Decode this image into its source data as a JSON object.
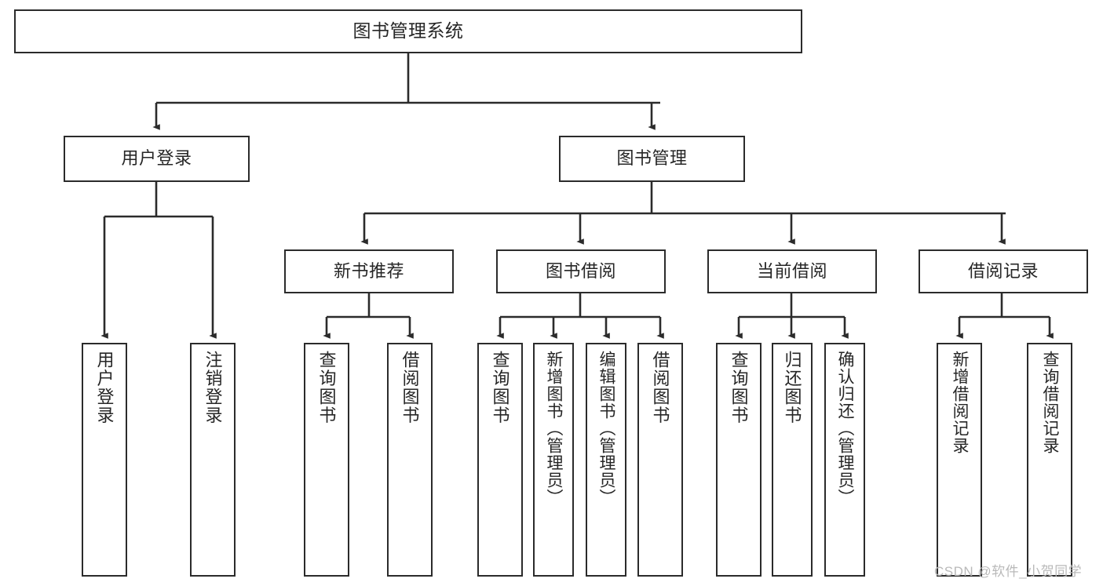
{
  "diagram": {
    "title": "图书管理系统",
    "type": "functional-structure-tree",
    "background_color": "#ffffff",
    "stroke_color": "#2b2b2b",
    "text_color": "#262626"
  },
  "nodes": {
    "root": {
      "label": "图书管理系统"
    },
    "level1": [
      {
        "id": "user-login",
        "label": "用户登录"
      },
      {
        "id": "book-management",
        "label": "图书管理"
      }
    ],
    "level2": [
      {
        "id": "new-book-recommend",
        "label": "新书推荐"
      },
      {
        "id": "book-borrow",
        "label": "图书借阅"
      },
      {
        "id": "current-borrow",
        "label": "当前借阅"
      },
      {
        "id": "borrow-record",
        "label": "借阅记录"
      }
    ],
    "leaves": [
      {
        "id": "leaf-user-login",
        "label": "用户登录",
        "parent": "user-login"
      },
      {
        "id": "leaf-logout",
        "label": "注销登录",
        "parent": "user-login"
      },
      {
        "id": "leaf-query-book-1",
        "label": "查询图书",
        "parent": "new-book-recommend"
      },
      {
        "id": "leaf-borrow-book-1",
        "label": "借阅图书",
        "parent": "new-book-recommend"
      },
      {
        "id": "leaf-query-book-2",
        "label": "查询图书",
        "parent": "book-borrow"
      },
      {
        "id": "leaf-add-book",
        "label": "新增图书（管理员）",
        "parent": "book-borrow"
      },
      {
        "id": "leaf-edit-book",
        "label": "编辑图书（管理员）",
        "parent": "book-borrow"
      },
      {
        "id": "leaf-borrow-book-2",
        "label": "借阅图书",
        "parent": "book-borrow"
      },
      {
        "id": "leaf-query-book-3",
        "label": "查询图书",
        "parent": "current-borrow"
      },
      {
        "id": "leaf-return-book",
        "label": "归还图书",
        "parent": "current-borrow"
      },
      {
        "id": "leaf-confirm-return",
        "label": "确认归还（管理员）",
        "parent": "current-borrow"
      },
      {
        "id": "leaf-add-record",
        "label": "新增借阅记录",
        "parent": "borrow-record"
      },
      {
        "id": "leaf-query-record",
        "label": "查询借阅记录",
        "parent": "borrow-record"
      }
    ]
  },
  "watermark": {
    "text": "CSDN @软件_小贺同学"
  }
}
